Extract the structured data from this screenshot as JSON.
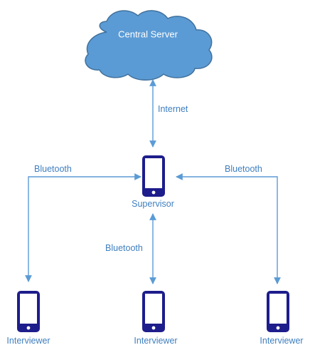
{
  "cloud": {
    "label": "Central Server"
  },
  "links": {
    "internet": "Internet",
    "left": "Bluetooth",
    "right": "Bluetooth",
    "middle": "Bluetooth"
  },
  "devices": {
    "supervisor": "Supervisor",
    "interviewer_left": "Interviewer",
    "interviewer_middle": "Interviewer",
    "interviewer_right": "Interviewer"
  },
  "colors": {
    "cloud_fill": "#5b9bd5",
    "cloud_stroke": "#41719c",
    "connector": "#5b9bd5",
    "phone_body": "#1d1d8c",
    "phone_screen": "#ffffff",
    "label_text": "#3f7fbf"
  }
}
